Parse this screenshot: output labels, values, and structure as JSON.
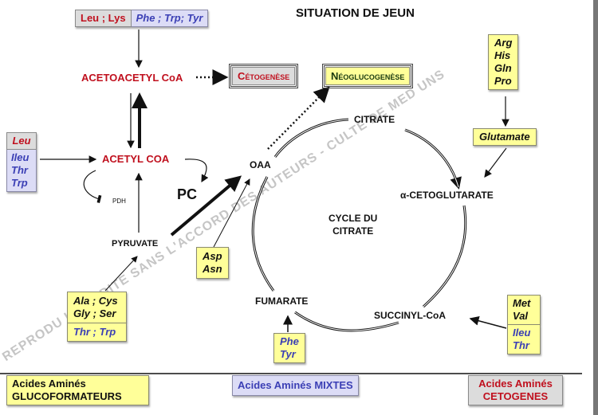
{
  "title": "SITUATION DE JEUN",
  "watermark": [
    "REPRODUCTION INTERDITE SANS L'ACCORD DES AUTEURS - FACULTE DE MEDECINE - UNS"
  ],
  "watermark_visible": "REPRODU INTERDITE SANS L'ACCORD DES AUTEURS - CULTE DE MED UNS",
  "top_source": {
    "ketogenic": "Leu ; Lys",
    "mixed": "Phe ; Trp; Tyr"
  },
  "metabolites": {
    "acetoacetyl": "ACETOACETYL CoA",
    "acetyl": "ACETYL COA",
    "pyruvate": "PYRUVATE",
    "oaa": "OAA",
    "citrate": "CITRATE",
    "akg": "α-CETOGLUTARATE",
    "succinyl": "SUCCINYL-CoA",
    "fumarate": "FUMARATE",
    "cycle_line1": "CYCLE DU",
    "cycle_line2": "CITRATE"
  },
  "enzymes": {
    "pdh": "PDH",
    "pc": "PC"
  },
  "outputs": {
    "cetogenese": "Cétogenèse",
    "neoglucogenese": "Néoglucogenèse"
  },
  "left_box": {
    "ketogenic": "Leu",
    "mixed": [
      "Ileu",
      "Thr",
      "Trp"
    ]
  },
  "pyruvate_box": {
    "gluco": [
      "Ala ; Cys",
      "Gly ; Ser"
    ],
    "mixed": "Thr ; Trp"
  },
  "oaa_box": [
    "Asp",
    "Asn"
  ],
  "akg_box": [
    "Arg",
    "His",
    "Gln",
    "Pro"
  ],
  "glutamate": "Glutamate",
  "fumarate_box": [
    "Phe",
    "Tyr"
  ],
  "succinyl_box": {
    "gluco": [
      "Met",
      "Val"
    ],
    "mixed": [
      "Ileu",
      "Thr"
    ]
  },
  "legend": {
    "gluco": [
      "Acides Aminés",
      "GLUCOFORMATEURS"
    ],
    "mixed": "Acides Aminés MIXTES",
    "keto": [
      "Acides Aminés",
      "CETOGENES"
    ]
  },
  "colors": {
    "ketogenic": "#c0101e",
    "mixed": "#3b3fb5",
    "gluco_fill": "#ffff99",
    "mixed_fill": "#dcdcf6",
    "keto_fill": "#dcdcdc"
  }
}
